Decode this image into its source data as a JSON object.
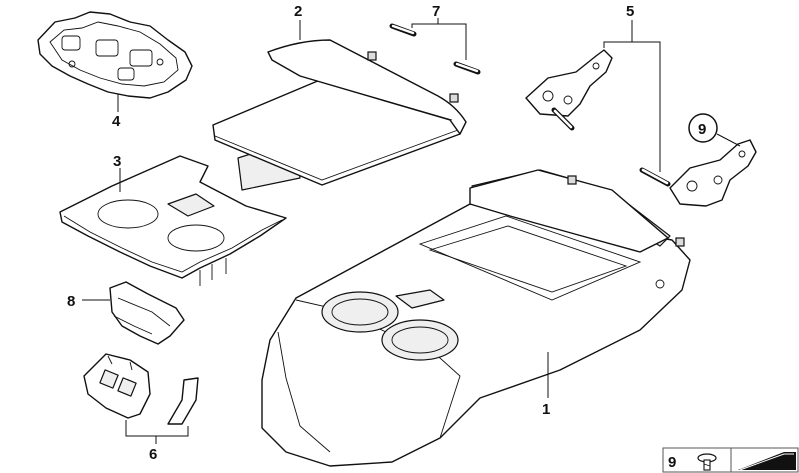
{
  "callouts": {
    "c1": "1",
    "c2": "2",
    "c3": "3",
    "c4": "4",
    "c5": "5",
    "c6": "6",
    "c7": "7",
    "c8": "8",
    "c9": "9"
  },
  "legend": {
    "number": "9"
  }
}
